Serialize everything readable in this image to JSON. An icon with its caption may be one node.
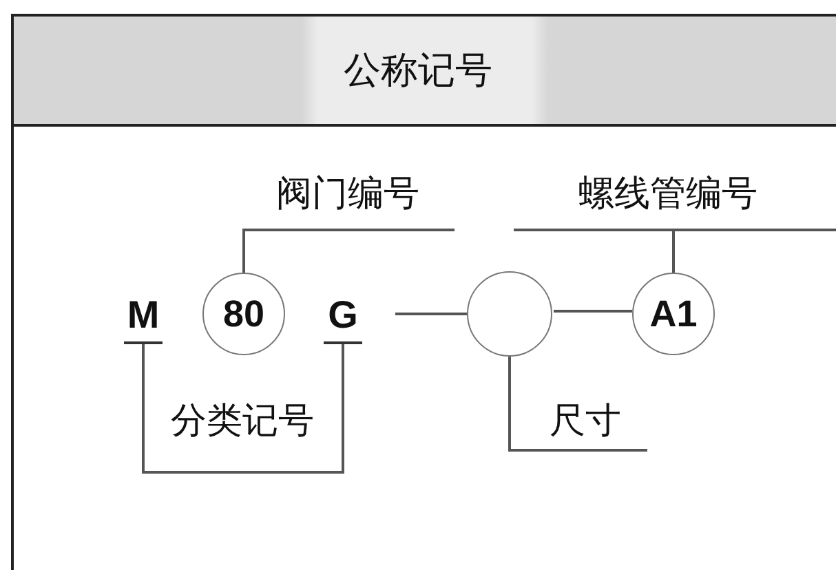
{
  "diagram": {
    "nodes": [
      {
        "text": [
          "公称记号"
        ]
      },
      {
        "text": [
          "阀门编号"
        ]
      },
      {
        "text": [
          "螺线管编号"
        ]
      },
      {
        "text": [
          "M"
        ]
      },
      {
        "text": [
          "80"
        ]
      },
      {
        "text": [
          "G"
        ]
      },
      {
        "text": [],
        "shape": "circle"
      },
      {
        "text": [
          "A1"
        ]
      },
      {
        "text": [
          "分类记号"
        ]
      },
      {
        "text": [
          "尺寸"
        ]
      }
    ],
    "edges": [
      {
        "from": 1,
        "to": 4,
        "arrow": "none"
      },
      {
        "from": 2,
        "to": 7,
        "arrow": "none"
      },
      {
        "from": 8,
        "to": 3,
        "arrow": "none"
      },
      {
        "from": 8,
        "to": 5,
        "arrow": "none"
      },
      {
        "from": 9,
        "to": 6,
        "arrow": "none"
      },
      {
        "from": 5,
        "to": 6,
        "arrow": "none"
      },
      {
        "from": 6,
        "to": 7,
        "arrow": "none"
      }
    ]
  }
}
